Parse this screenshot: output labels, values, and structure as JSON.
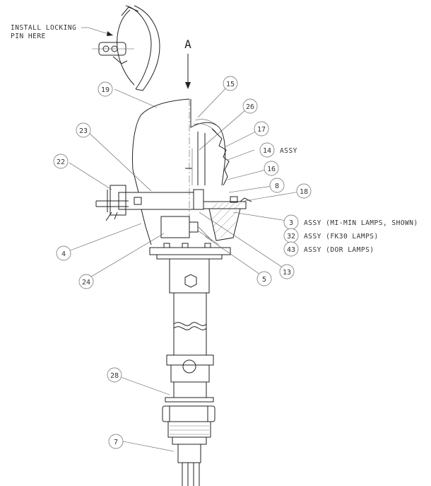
{
  "install_note": [
    "INSTALL LOCKING",
    "PIN HERE"
  ],
  "view_marker": "A",
  "bubbles": [
    {
      "id": "b19",
      "num": "19"
    },
    {
      "id": "b15",
      "num": "15"
    },
    {
      "id": "b26",
      "num": "26"
    },
    {
      "id": "b23",
      "num": "23"
    },
    {
      "id": "b17",
      "num": "17"
    },
    {
      "id": "b14",
      "num": "14"
    },
    {
      "id": "b22",
      "num": "22"
    },
    {
      "id": "b16",
      "num": "16"
    },
    {
      "id": "b8",
      "num": "8"
    },
    {
      "id": "b18",
      "num": "18"
    },
    {
      "id": "b3",
      "num": "3"
    },
    {
      "id": "b32",
      "num": "32"
    },
    {
      "id": "b43",
      "num": "43"
    },
    {
      "id": "b4",
      "num": "4"
    },
    {
      "id": "b24",
      "num": "24"
    },
    {
      "id": "b5",
      "num": "5"
    },
    {
      "id": "b13",
      "num": "13"
    },
    {
      "id": "b28",
      "num": "28"
    },
    {
      "id": "b7",
      "num": "7"
    }
  ],
  "callouts": {
    "b14": "ASSY",
    "b3": "ASSY (MI-MIN LAMPS, SHOWN)",
    "b32": "ASSY (FK30 LAMPS)",
    "b43": "ASSY (DOR LAMPS)"
  }
}
